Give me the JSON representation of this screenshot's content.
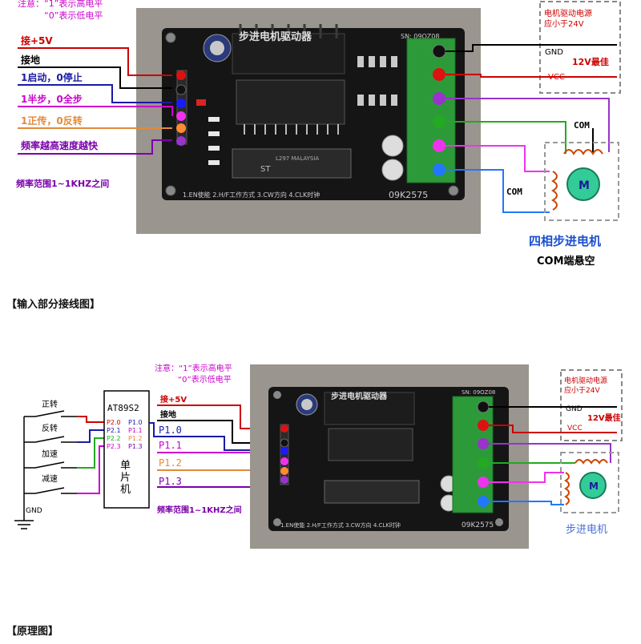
{
  "diagram1": {
    "note_line1": "注意：“1”表示高电平",
    "note_line2": "“0”表示低电平",
    "labels": [
      {
        "text": "接+5V",
        "color": "#cc0000"
      },
      {
        "text": "接地",
        "color": "#000000"
      },
      {
        "text": "1启动，0停止",
        "color": "#1a1aa6"
      },
      {
        "text": "1半步，0全步",
        "color": "#cc00cc"
      },
      {
        "text": "1正传，0反转",
        "color": "#e08a3c"
      },
      {
        "text": "频率越高速度越快",
        "color": "#7a00aa"
      }
    ],
    "freq_range": "频率范围1~1KHZ之间",
    "power_note_line1": "电机驱动电源",
    "power_note_line2": "应小于24V",
    "gnd": "GND",
    "vcc": "VCC",
    "best": "12V最佳",
    "com_top": "COM",
    "com_left": "COM",
    "motor_glyph": "M",
    "motor_title": "四相步进电机",
    "motor_sub": "COM端悬空"
  },
  "caption1": "【输入部分接线图】",
  "diagram2": {
    "note_line1": "注意：“1”表示高电平",
    "note_line2": "“0”表示低电平",
    "buttons": [
      "正转",
      "反转",
      "加速",
      "减速"
    ],
    "gnd": "GND",
    "mcu_name": "AT89S2",
    "mcu_pins_left": [
      "P2.0",
      "P2.1",
      "P2.2",
      "P2.3"
    ],
    "mcu_pins_right": [
      "P1.0",
      "P1.1",
      "P1.2",
      "P1.3"
    ],
    "mcu_chars": [
      "单",
      "片",
      "机"
    ],
    "labels": [
      {
        "text": "接+5V",
        "color": "#cc0000"
      },
      {
        "text": "接地",
        "color": "#000000"
      },
      {
        "text": "P1.0",
        "color": "#1a1aa6"
      },
      {
        "text": "P1.1",
        "color": "#cc00cc"
      },
      {
        "text": "P1.2",
        "color": "#e08a3c"
      },
      {
        "text": "P1.3",
        "color": "#7a00aa"
      }
    ],
    "freq_range": "频率范围1~1KHZ之间",
    "power_note_line1": "电机驱动电源",
    "power_note_line2": "应小于24V",
    "gnd_right": "GND",
    "vcc": "VCC",
    "best": "12V最佳",
    "motor_glyph": "M",
    "motor_title": "步进电机"
  },
  "caption2": "【原理图】",
  "board": {
    "title": "步进电机驱动器",
    "serial": "SN: 09OZ08",
    "footer": "1.EN使能  2.H/F工作方式  3.CW方向  4.CLK时钟",
    "brand": "09K2575",
    "chip_brand": "ST",
    "chip_text": "L297\nMALAYSIA"
  },
  "colors": {
    "board": "#151515",
    "terminal": "#2d9a3a",
    "red_wire": "#cc0000",
    "blue_wire": "#1a1aa6",
    "magenta_wire": "#cc00cc",
    "orange_wire": "#e08a3c",
    "purple_wire": "#7a00aa",
    "motor_blue": "#1a4fcf"
  }
}
